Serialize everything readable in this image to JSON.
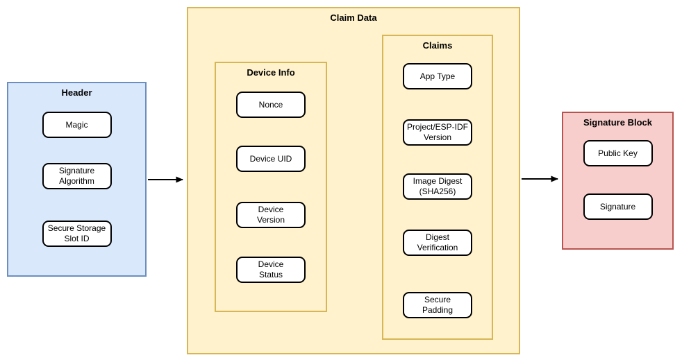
{
  "header": {
    "title": "Header",
    "items": [
      "Magic",
      "Signature\nAlgorithm",
      "Secure Storage\nSlot ID"
    ]
  },
  "claim_data": {
    "title": "Claim Data",
    "device_info": {
      "title": "Device Info",
      "items": [
        "Nonce",
        "Device UID",
        "Device\nVersion",
        "Device\nStatus"
      ]
    },
    "claims": {
      "title": "Claims",
      "items": [
        "App Type",
        "Project/ESP-IDF\nVersion",
        "Image Digest\n(SHA256)",
        "Digest\nVerification",
        "Secure\nPadding"
      ]
    }
  },
  "signature_block": {
    "title": "Signature Block",
    "items": [
      "Public Key",
      "Signature"
    ]
  },
  "colors": {
    "header_fill": "#dae8fc",
    "header_border": "#6c8ebf",
    "claim_fill": "#fff2cc",
    "claim_border": "#d6b656",
    "signature_fill": "#f8cecc",
    "signature_border": "#b85450",
    "node_fill": "#ffffff",
    "node_border": "#000000",
    "arrow": "#000000",
    "background": "#ffffff"
  }
}
